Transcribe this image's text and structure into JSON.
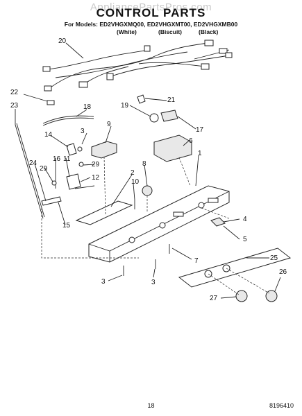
{
  "watermark": "AppliancePartsPros.com",
  "title": "CONTROL PARTS",
  "models_line": "For Models: ED2VHGXMQ00, ED2VHGXMT00, ED2VHGXMB00",
  "colors": {
    "white": "(White)",
    "biscuit": "(Biscuit)",
    "black": "(Black)"
  },
  "callouts": {
    "c20": "20",
    "c22": "22",
    "c23": "23",
    "c18": "18",
    "c21": "21",
    "c19": "19",
    "c17": "17",
    "c3a": "3",
    "c9": "9",
    "c14": "14",
    "c6": "6",
    "c29a": "29",
    "c1": "1",
    "c16": "16",
    "c11": "11",
    "c8": "8",
    "c24": "24",
    "c29b": "29",
    "c2": "2",
    "c12": "12",
    "c10": "10",
    "c15": "15",
    "c4": "4",
    "c5": "5",
    "c7": "7",
    "c25": "25",
    "c26": "26",
    "c3b": "3",
    "c3c": "3",
    "c27": "27"
  },
  "footer": {
    "page": "18",
    "code": "8196410"
  }
}
